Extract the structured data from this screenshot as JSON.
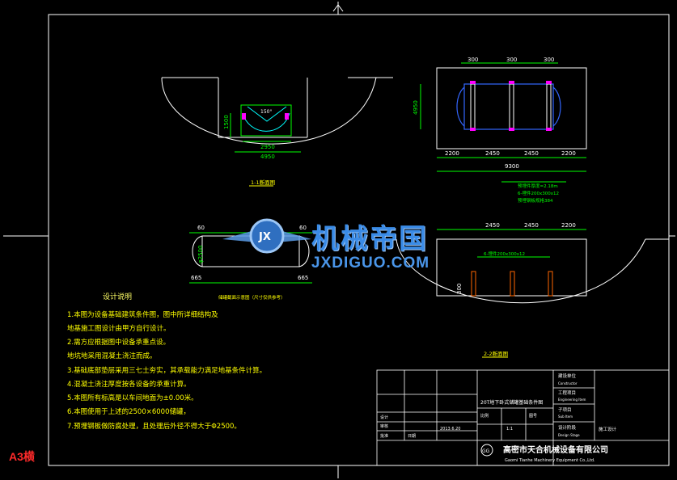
{
  "drawing": {
    "sheet_size_label": "A3横",
    "watermark_cn": "机械帝国",
    "watermark_en": "JXDIGUO.COM",
    "watermark_logo": "JX"
  },
  "views": {
    "section_view_label": "1-1断面图",
    "bottom_view_label": "2-2断面图",
    "side_view_label": "储罐截面示意图（尺寸仅供参考）"
  },
  "dimensions": {
    "side": {
      "width_top": "2950",
      "width_bottom": "4950",
      "height": "1500",
      "angle": "150°"
    },
    "plan": {
      "d1": "300",
      "d2": "300",
      "d3": "300",
      "h": "4950",
      "seg1": "2200",
      "seg2": "2450",
      "seg3": "2450",
      "seg4": "2200",
      "total": "9300"
    },
    "plan_notes": [
      "预埋件厚度=2.18m",
      "6-埋件200x300x12",
      "预埋钢板规格384"
    ],
    "tank": {
      "diameter": "φ2500",
      "left": "665",
      "right": "665",
      "top_left": "60",
      "top_right": "60"
    },
    "bottom": {
      "seg2": "2450",
      "seg3": "2450",
      "seg4": "2200",
      "plate": "6-埋件200x300x12",
      "h": "300"
    }
  },
  "design_notes": {
    "title": "设计说明",
    "items": [
      "1.本图为设备基础建筑条件图，图中所详细结构及",
      "   地基施工图设计由甲方自行设计。",
      "2.需方应根据图中设备承重点设。",
      "   地坑地采用混凝土浇注而成。",
      "3.基础底部垫层采用三七土夯实，其承载能力满足地基条件计算。",
      "4.混凝土浇注厚度按各设备的承重计算。",
      "5.本图所有标高是以车间地面为±0.00米。",
      "6.本图使用于上述的2500×6000储罐，",
      "7.预埋钢板做防腐处理，且处理后外径不得大于Φ2500。"
    ]
  },
  "title_block": {
    "drawing_title": "20T地下卧式储罐基础条件图",
    "design_unit": "高密市天合机械设备有限公司",
    "design_unit_en": "Gaomi Tianhe Machinery Equipment Co.,Ltd.",
    "row_labels": [
      "设计",
      "审核",
      "批准",
      "日期"
    ],
    "right_labels": [
      "建设单位",
      "工程项目",
      "子项目",
      "设计阶段"
    ],
    "right_sub": [
      "Constructor",
      "Engineering Item",
      "Sub Item",
      "Design Stage"
    ],
    "stage_value": "施工设计",
    "date_value": "2013.6.20",
    "scale_label": "比例",
    "scale_value": "1:1",
    "sheet_label": "图号",
    "logo_text": "GG"
  },
  "colors": {
    "background": "#000000",
    "frame": "#ffffff",
    "green": "#00ff00",
    "yellow": "#ffff00",
    "cyan": "#00ffff",
    "magenta": "#ff00ff",
    "red": "#ff0000",
    "blue": "#3366ff"
  }
}
